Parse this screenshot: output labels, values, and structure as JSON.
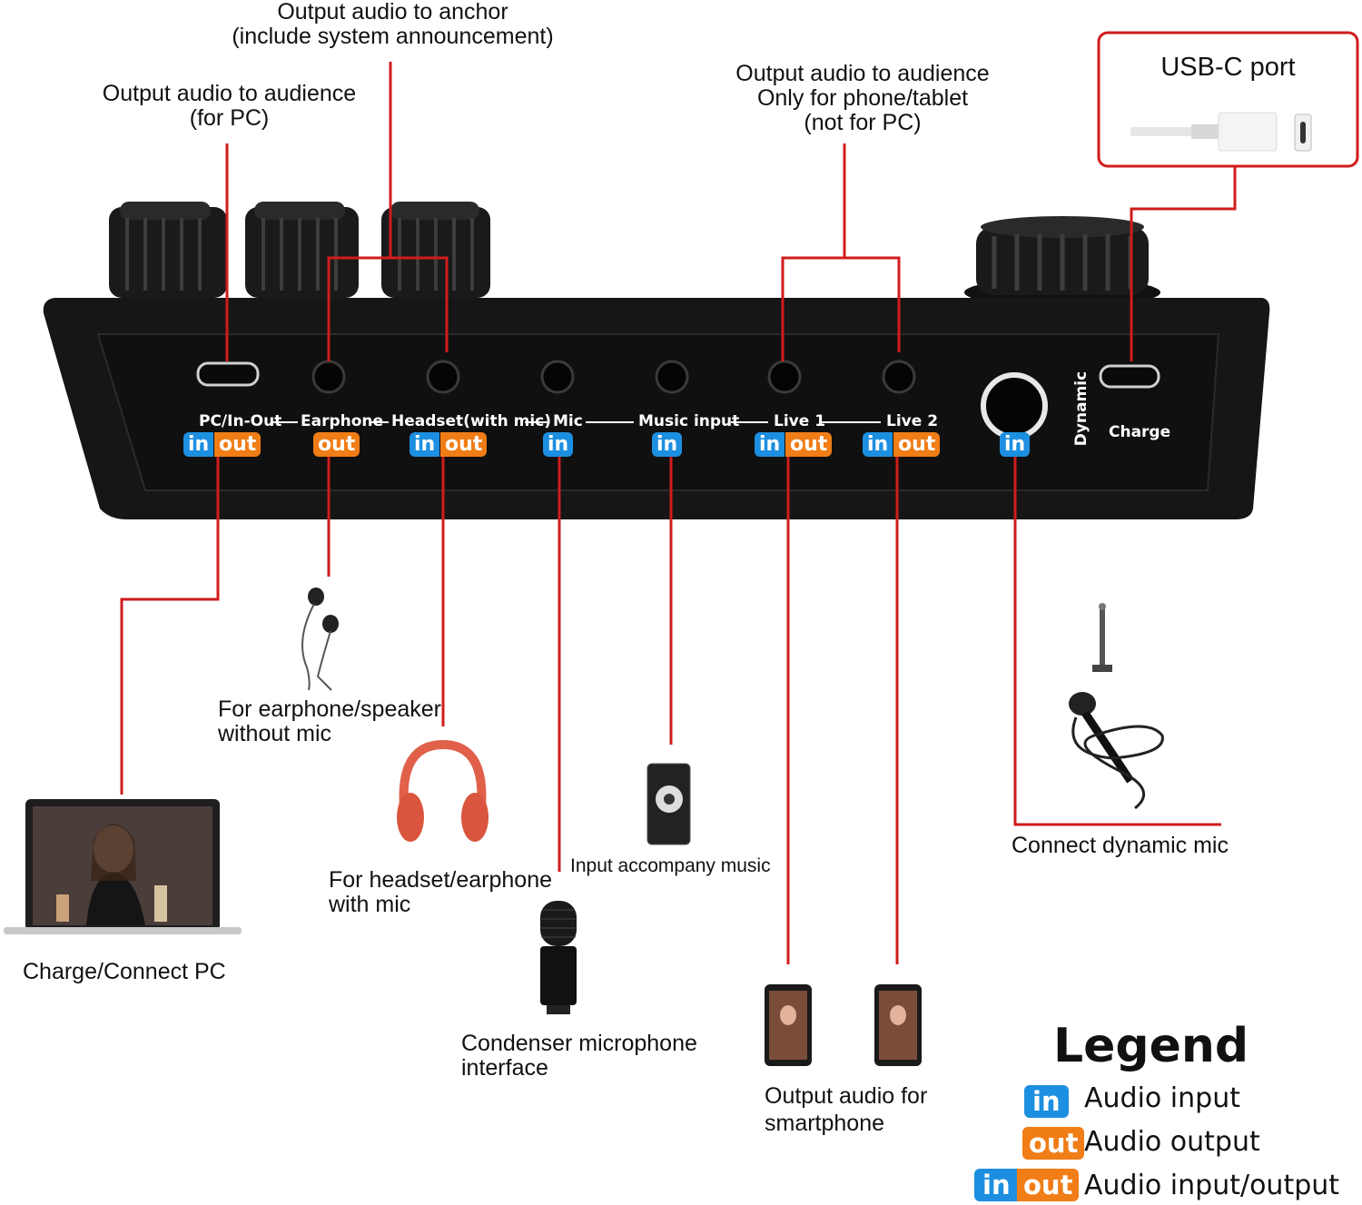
{
  "callouts": {
    "anchor": "Output audio to anchor\n(include system announcement)",
    "audience_pc": "Output audio to audience\n(for PC)",
    "audience_phone": "Output audio to audience\nOnly for phone/tablet\n(not for PC)",
    "usbc": "USB-C port"
  },
  "ports": [
    {
      "id": "pc",
      "label": "PC/In-Out",
      "badges": [
        "in",
        "out"
      ]
    },
    {
      "id": "earphone",
      "label": "Earphone",
      "badges": [
        "out"
      ]
    },
    {
      "id": "headset",
      "label": "Headset(with mic)",
      "badges": [
        "in",
        "out"
      ]
    },
    {
      "id": "mic",
      "label": "Mic",
      "badges": [
        "in"
      ]
    },
    {
      "id": "music",
      "label": "Music input",
      "badges": [
        "in"
      ]
    },
    {
      "id": "live1",
      "label": "Live 1",
      "badges": [
        "in",
        "out"
      ]
    },
    {
      "id": "live2",
      "label": "Live 2",
      "badges": [
        "in",
        "out"
      ]
    },
    {
      "id": "dynamic",
      "label": "Dynamic",
      "badges": [
        "in"
      ]
    },
    {
      "id": "charge",
      "label": "Charge",
      "badges": []
    }
  ],
  "devices": {
    "laptop": "Charge/Connect PC",
    "earphone": "For earphone/speaker\nwithout mic",
    "headset": "For headset/earphone\nwith mic",
    "condenser": "Condenser microphone\ninterface",
    "music": "Input accompany music",
    "smartphone": "Output audio for\nsmartphone",
    "dynamic_mic": "Connect dynamic mic"
  },
  "legend": {
    "title": "Legend",
    "items": [
      {
        "badges": [
          "in"
        ],
        "text": "Audio input"
      },
      {
        "badges": [
          "out"
        ],
        "text": "Audio output"
      },
      {
        "badges": [
          "in",
          "out"
        ],
        "text": "Audio input/output"
      }
    ]
  },
  "colors": {
    "in": "#1d8fe0",
    "out": "#f07d16",
    "wire": "#d01c1c",
    "device": "#161616"
  }
}
